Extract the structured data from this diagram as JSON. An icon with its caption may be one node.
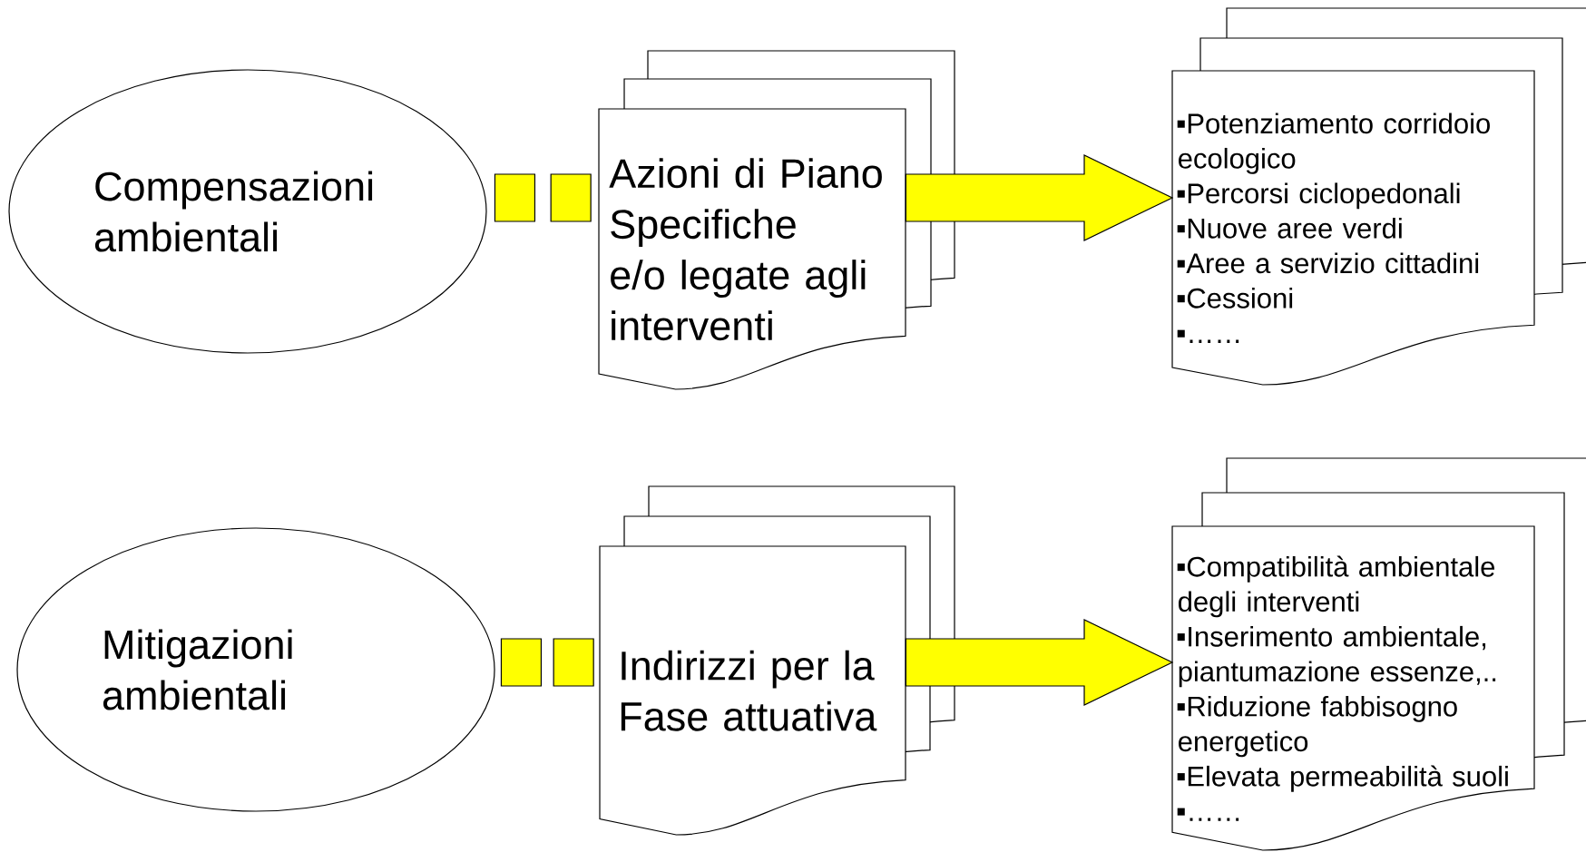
{
  "diagram": {
    "nodes": [
      {
        "text": [
          "Compensazioni ambientali"
        ]
      },
      {
        "text": [
          "Azioni di Piano Specifiche e/o legate agli interventi"
        ]
      },
      {
        "text": [
          "Potenziamento corridoio ecologico",
          "Percorsi ciclopedonali",
          "Nuove aree verdi",
          "Aree a servizio cittadini",
          "Cessioni",
          "……"
        ]
      },
      {
        "text": [
          "Mitigazioni ambientali"
        ]
      },
      {
        "text": [
          "Indirizzi per la Fase attuativa"
        ]
      },
      {
        "text": [
          "Compatibilità ambientale degli interventi",
          "Inserimento ambientale, piantumazione essenze,..",
          "Riduzione fabbisogno energetico",
          "Elevata permeabilità suoli",
          "……"
        ]
      }
    ],
    "edges": [
      {
        "from": 0,
        "to": 1,
        "arrow": "none",
        "style": "dashed",
        "color": "#ffff00"
      },
      {
        "from": 1,
        "to": 2,
        "arrow": "to",
        "style": "thick",
        "color": "#ffff00"
      },
      {
        "from": 3,
        "to": 4,
        "arrow": "none",
        "style": "dashed",
        "color": "#ffff00"
      },
      {
        "from": 4,
        "to": 5,
        "arrow": "to",
        "style": "thick",
        "color": "#ffff00"
      }
    ]
  }
}
